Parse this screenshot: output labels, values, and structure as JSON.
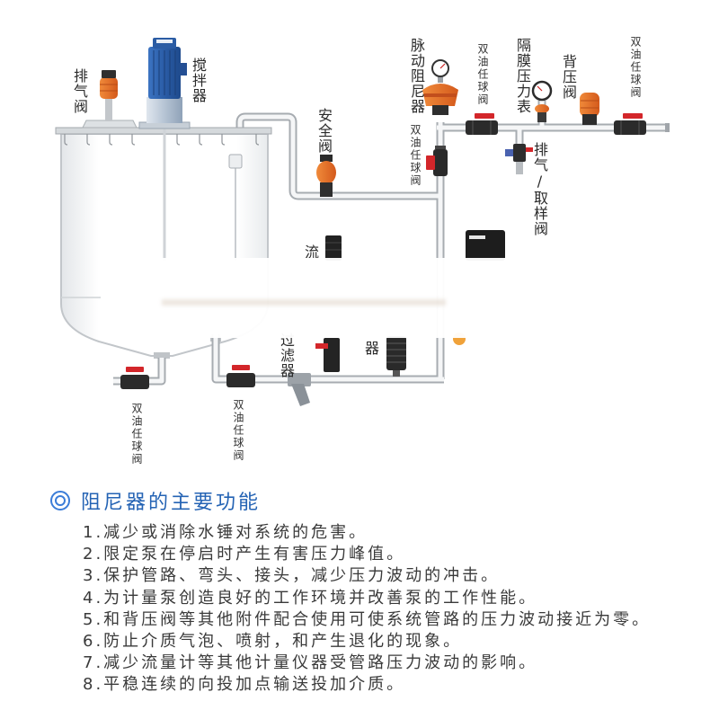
{
  "diagram": {
    "labels": {
      "exhaust_valve": "排气阀",
      "mixer": "搅拌器",
      "safety_valve": "安全阀",
      "pulsation_damper": "脉动阻尼器",
      "ball_valve_top": "双油任球阀",
      "diaphragm_gauge": "隔膜压力表",
      "back_pressure_valve": "背压阀",
      "ball_valve_right": "双油任球阀",
      "ball_valve_vertical": "双油任球阀",
      "sampling_valve": "排气/取样阀",
      "flowmeter_partial": "流",
      "filter": "过滤器",
      "damper_partial": "器",
      "ball_valve_bottom_left": "双油任球阀",
      "ball_valve_bottom_mid": "双油任球阀"
    },
    "icons": {
      "exhaust_valve": "exhaust-valve-icon",
      "safety_valve": "safety-valve-icon",
      "pulsation_damper": "pulsation-damper-icon",
      "ball_valve": "ball-valve-icon",
      "pressure_gauge": "pressure-gauge-icon",
      "back_pressure_valve": "back-pressure-valve-icon",
      "filter": "y-strainer-icon"
    }
  },
  "features": {
    "icon": "double-circle-icon",
    "title": "阻尼器的主要功能",
    "items": [
      "1.减少或消除水锤对系统的危害。",
      "2.限定泵在停启时产生有害压力峰值。",
      "3.保护管路、弯头、接头，减少压力波动的冲击。",
      "4.为计量泵创造良好的工作环境并改善泵的工作性能。",
      "5.和背压阀等其他附件配合使用可使系统管路的压力波动接近为零。",
      "6.防止介质气泡、喷射，和产生退化的现象。",
      "7.减少流量计等其他计量仪器受管路压力波动的影响。",
      "8.平稳连续的向投加点输送投加介质。"
    ]
  },
  "colors": {
    "heading_blue": "#2463b4",
    "icon_blue": "#3b7dd8",
    "list_text": "#3a3a3a",
    "valve_orange": "#e6702a",
    "handle_red": "#d3262a",
    "motor_blue": "#2f63ad",
    "pipe_gray": "#a7acb1"
  }
}
